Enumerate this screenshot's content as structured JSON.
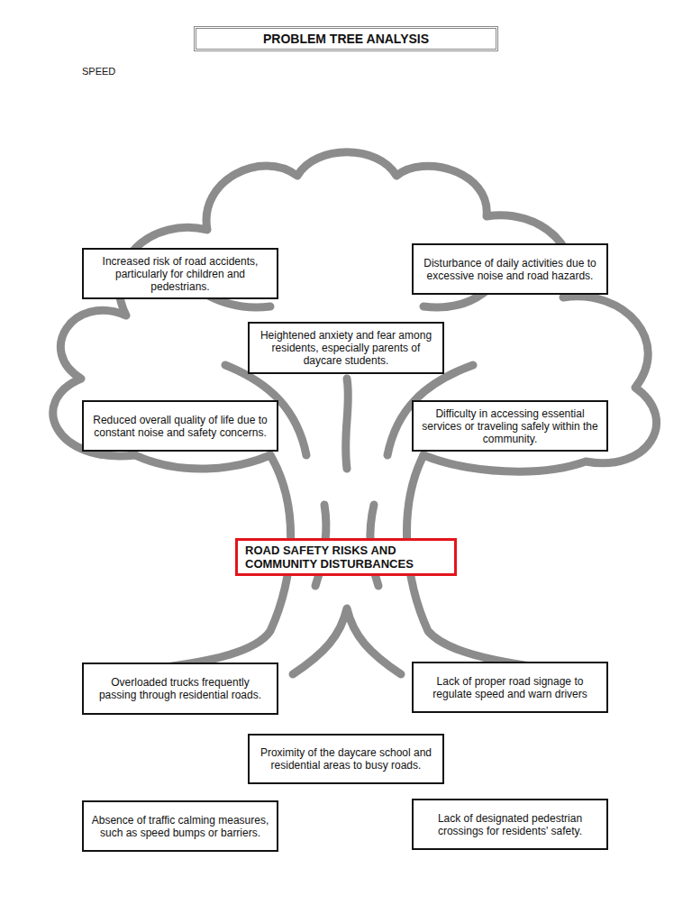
{
  "diagram": {
    "title": "PROBLEM TREE ANALYSIS",
    "nodes": [
      {
        "text": [
          "Increased risk of road accidents, particularly for children and pedestrians."
        ]
      },
      {
        "text": [
          "Disturbance of daily activities due to excessive noise and road hazards."
        ]
      },
      {
        "text": [
          "Heightened anxiety and fear among residents, especially parents of daycare students."
        ]
      },
      {
        "text": [
          "Reduced overall quality of life due to constant noise and safety concerns."
        ]
      },
      {
        "text": [
          "Difficulty in accessing essential services or traveling safely within the community."
        ]
      },
      {
        "text": [
          "ROAD SAFETY RISKS AND COMMUNITY DISTURBANCES"
        ]
      },
      {
        "text": [
          "Overloaded trucks frequently passing through residential roads."
        ]
      },
      {
        "text": [
          "Lack of proper road signage to regulate speed and warn drivers"
        ]
      },
      {
        "text": [
          "Proximity of the daycare school and residential areas to busy roads."
        ]
      },
      {
        "text": [
          "Absence of traffic calming measures, such as speed bumps or barriers."
        ]
      },
      {
        "text": [
          "Lack of designated pedestrian crossings for residents' safety."
        ]
      }
    ],
    "labels": [
      "SPEED"
    ]
  }
}
